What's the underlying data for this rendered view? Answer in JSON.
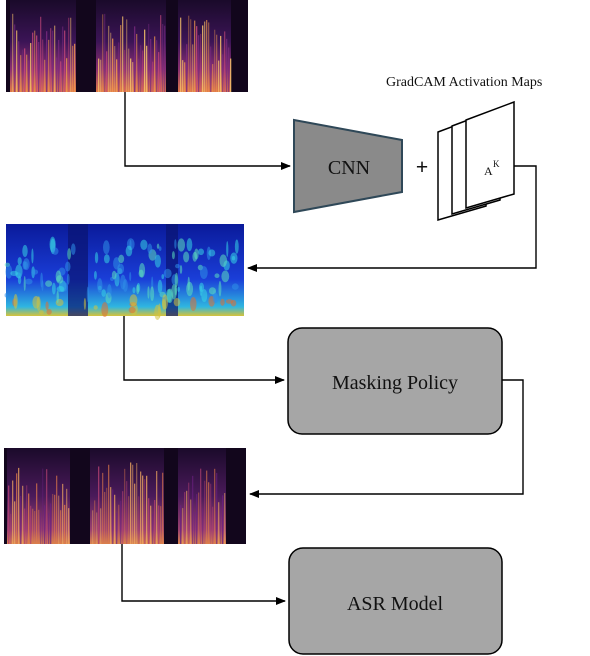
{
  "diagram": {
    "gradcam_title": "GradCAM Activation Maps",
    "cnn_label": "CNN",
    "plus_sign": "+",
    "activation_map_label": "A",
    "activation_map_superscript": "K",
    "masking_policy_label": "Masking Policy",
    "asr_model_label": "ASR Model"
  },
  "colors": {
    "cnn_fill": "#8a8a8a",
    "cnn_stroke": "#2f4858",
    "box_fill": "#a6a6a6",
    "spectrogram_dark": "#14061f",
    "spectrogram_warm": "#e07a4a",
    "heatmap_blue": "#1a2cc8",
    "heatmap_cyan": "#37d4e6"
  }
}
